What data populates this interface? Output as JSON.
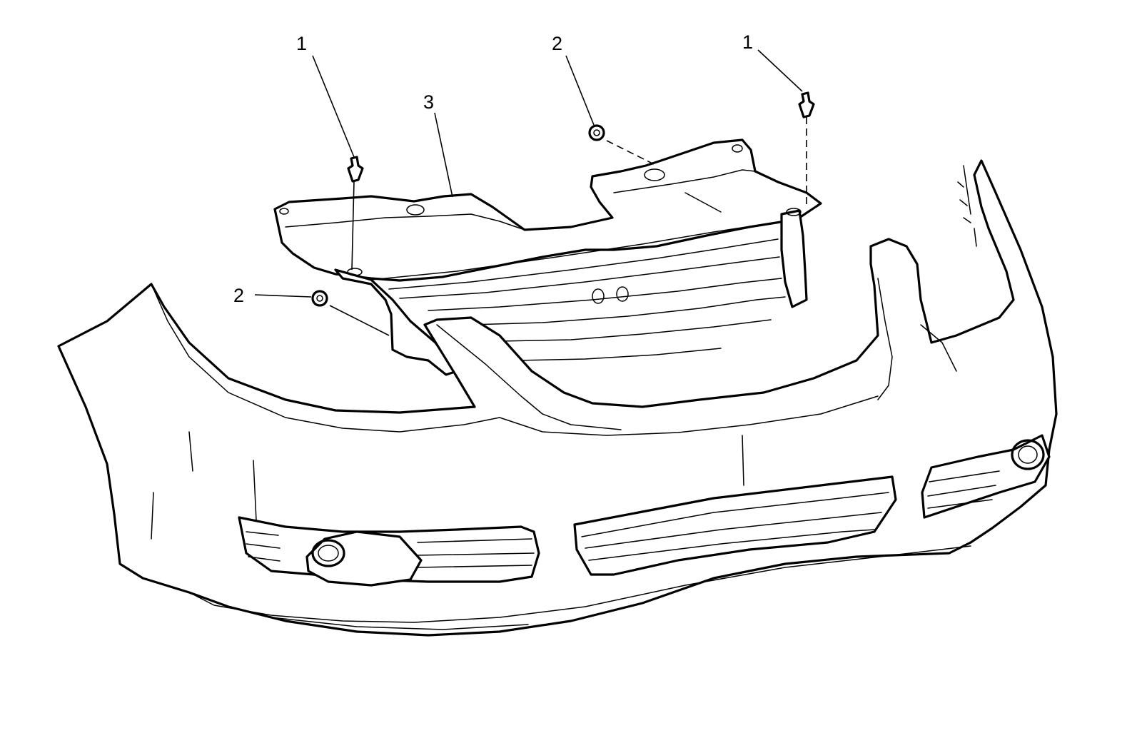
{
  "diagram": {
    "callouts": [
      {
        "id": "c1a",
        "label": "1"
      },
      {
        "id": "c1b",
        "label": "1"
      },
      {
        "id": "c2a",
        "label": "2"
      },
      {
        "id": "c2b",
        "label": "2"
      },
      {
        "id": "c3",
        "label": "3"
      }
    ],
    "line_color": "#000000",
    "background_color": "#ffffff"
  }
}
